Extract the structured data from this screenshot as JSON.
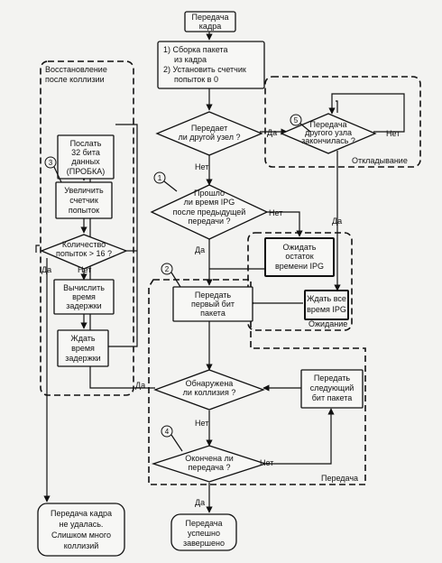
{
  "blocks": {
    "start": [
      "Передача",
      "кадра"
    ],
    "assemble": [
      "1) Сборка пакета",
      "из кадра",
      "2) Установить счетчик",
      "попыток в 0"
    ],
    "other_node_tx": [
      "Передает",
      "ли другой узел ?"
    ],
    "ipg_passed": [
      "Прошло",
      "ли время IPG",
      "после предыдущей",
      "передачи ?"
    ],
    "wait_ipg_rest": [
      "Ожидать",
      "остаток",
      "времени IPG"
    ],
    "wait_all_ipg": [
      "Ждать все",
      "время IPG"
    ],
    "other_node_done": [
      "Передача",
      "другого узла",
      "закончилась ?"
    ],
    "send_first_bit": [
      "Передать",
      "первый бит",
      "пакета"
    ],
    "collision_detected": [
      "Обнаружена",
      "ли коллизия ?"
    ],
    "send_next_bit": [
      "Передать",
      "следующий",
      "бит пакета"
    ],
    "tx_finished": [
      "Окончена ли",
      "передача ?"
    ],
    "success": [
      "Передача",
      "успешно",
      "завершено"
    ],
    "send_jam": [
      "Послать",
      "32 бита",
      "данных",
      "(ПРОБКА)"
    ],
    "inc_counter": [
      "Увеличить",
      "счетчик",
      "попыток"
    ],
    "attempts_check": [
      "Количество",
      "попыток > 16 ?"
    ],
    "calc_delay": [
      "Вычислить",
      "время",
      "задержки"
    ],
    "wait_delay": [
      "Ждать",
      "время",
      "задержки"
    ],
    "failed": [
      "Передача кадра",
      "не удалась.",
      "Слишком много",
      "коллизий"
    ]
  },
  "groups": {
    "recovery": [
      "Восстановление",
      "после коллизии"
    ],
    "deferral": "Откладывание",
    "waiting": "Ожидание",
    "transmission": "Передача"
  },
  "labels": {
    "yes": "Да",
    "no": "Нет"
  },
  "markers": {
    "m1": "1",
    "m2": "2",
    "m3": "3",
    "m4": "4",
    "m5": "5"
  }
}
